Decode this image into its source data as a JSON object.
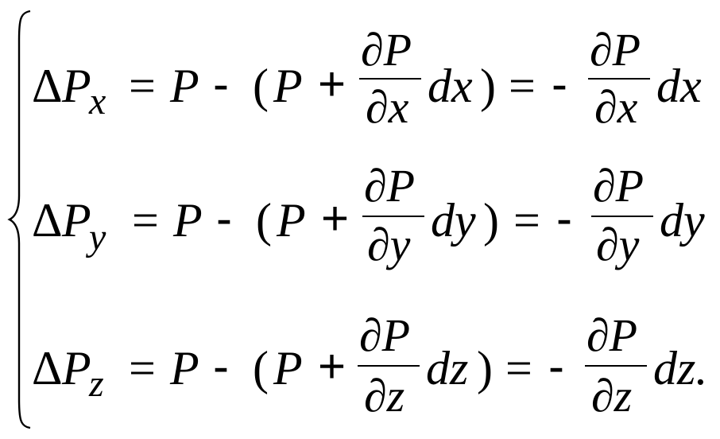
{
  "equations": [
    {
      "lhs_delta": "Δ",
      "lhs_P": "P",
      "subscript": "x",
      "eq1": "=",
      "P1": "P",
      "minus1": "-",
      "lparen": "(",
      "P2": "P",
      "plus": "+",
      "num1": "∂P",
      "den1": "∂x",
      "diff1": "dx",
      "rparen": ")",
      "eq2": "=",
      "minus2": "-",
      "num2": "∂P",
      "den2": "∂x",
      "diff2": "dx"
    },
    {
      "lhs_delta": "Δ",
      "lhs_P": "P",
      "subscript": "y",
      "eq1": "=",
      "P1": "P",
      "minus1": "-",
      "lparen": "(",
      "P2": "P",
      "plus": "+",
      "num1": "∂P",
      "den1": "∂y",
      "diff1": "dy",
      "rparen": ")",
      "eq2": "=",
      "minus2": "-",
      "num2": "∂P",
      "den2": "∂y",
      "diff2": "dy"
    },
    {
      "lhs_delta": "Δ",
      "lhs_P": "P",
      "subscript": "z",
      "eq1": "=",
      "P1": "P",
      "minus1": "-",
      "lparen": "(",
      "P2": "P",
      "plus": "+",
      "num1": "∂P",
      "den1": "∂z",
      "diff1": "dz",
      "rparen": ")",
      "eq2": "=",
      "minus2": "-",
      "num2": "∂P",
      "den2": "∂z",
      "diff2": "dz."
    }
  ]
}
